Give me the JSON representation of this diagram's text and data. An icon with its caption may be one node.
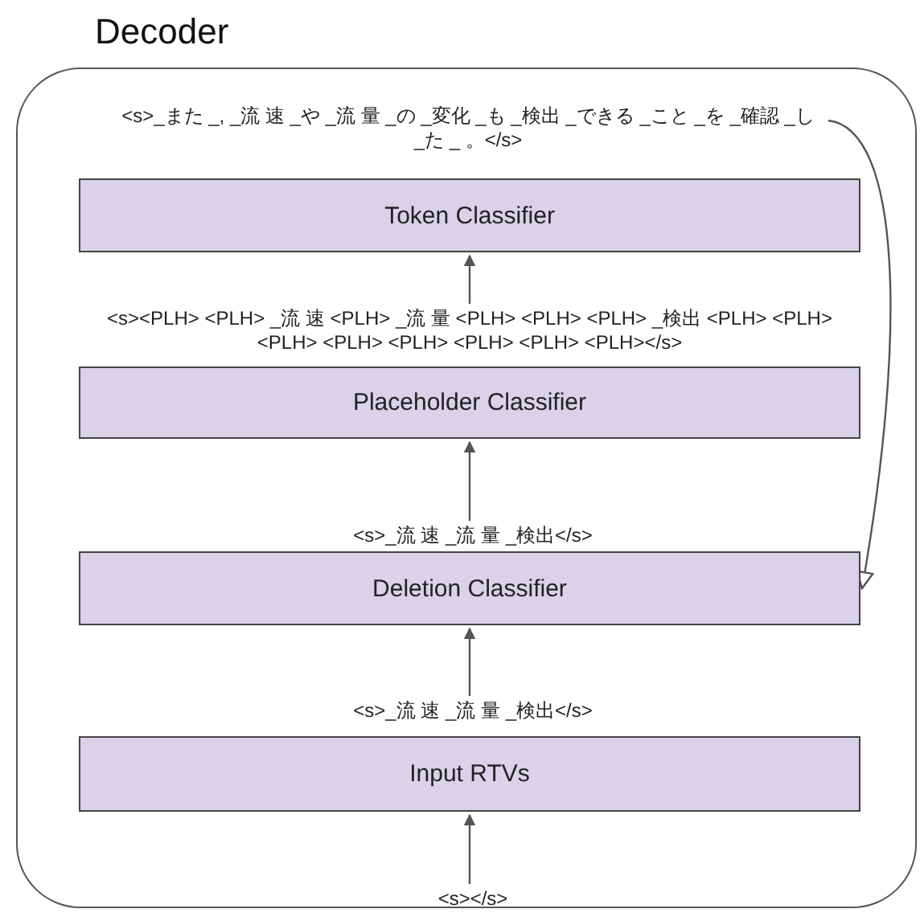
{
  "diagram": {
    "nodes": [
      {
        "text": [
          "Decoder"
        ]
      },
      {
        "text": [
          "<s>_また _, _流 速 _や _流 量 _の _変化 _も _検出 _できる _こと _を _確認 _し _た _ 。</s>"
        ],
        "in": 0
      },
      {
        "text": [
          "Token Classifier"
        ],
        "in": 0
      },
      {
        "text": [
          "<s><PLH> <PLH> _流 速 <PLH> _流 量 <PLH> <PLH> <PLH> _検出 <PLH> <PLH> <PLH> <PLH> <PLH> <PLH> <PLH> <PLH></s>"
        ],
        "in": 0
      },
      {
        "text": [
          "Placeholder Classifier"
        ],
        "in": 0
      },
      {
        "text": [
          "<s>_流 速 _流 量 _検出</s>"
        ],
        "in": 0
      },
      {
        "text": [
          "Deletion Classifier"
        ],
        "in": 0
      },
      {
        "text": [
          "<s>_流 速 _流 量 _検出</s>"
        ],
        "in": 0
      },
      {
        "text": [
          "Input RTVs"
        ],
        "in": 0
      },
      {
        "text": [
          "<s></s>"
        ],
        "in": 0
      }
    ],
    "edges": [
      {
        "from": 9,
        "to": 8,
        "arrow": "to"
      },
      {
        "from": 7,
        "to": 6,
        "arrow": "to"
      },
      {
        "from": 5,
        "to": 4,
        "arrow": "to"
      },
      {
        "from": 3,
        "to": 2,
        "arrow": "to"
      },
      {
        "from": 1,
        "to": 6,
        "arrow": "to"
      }
    ]
  }
}
